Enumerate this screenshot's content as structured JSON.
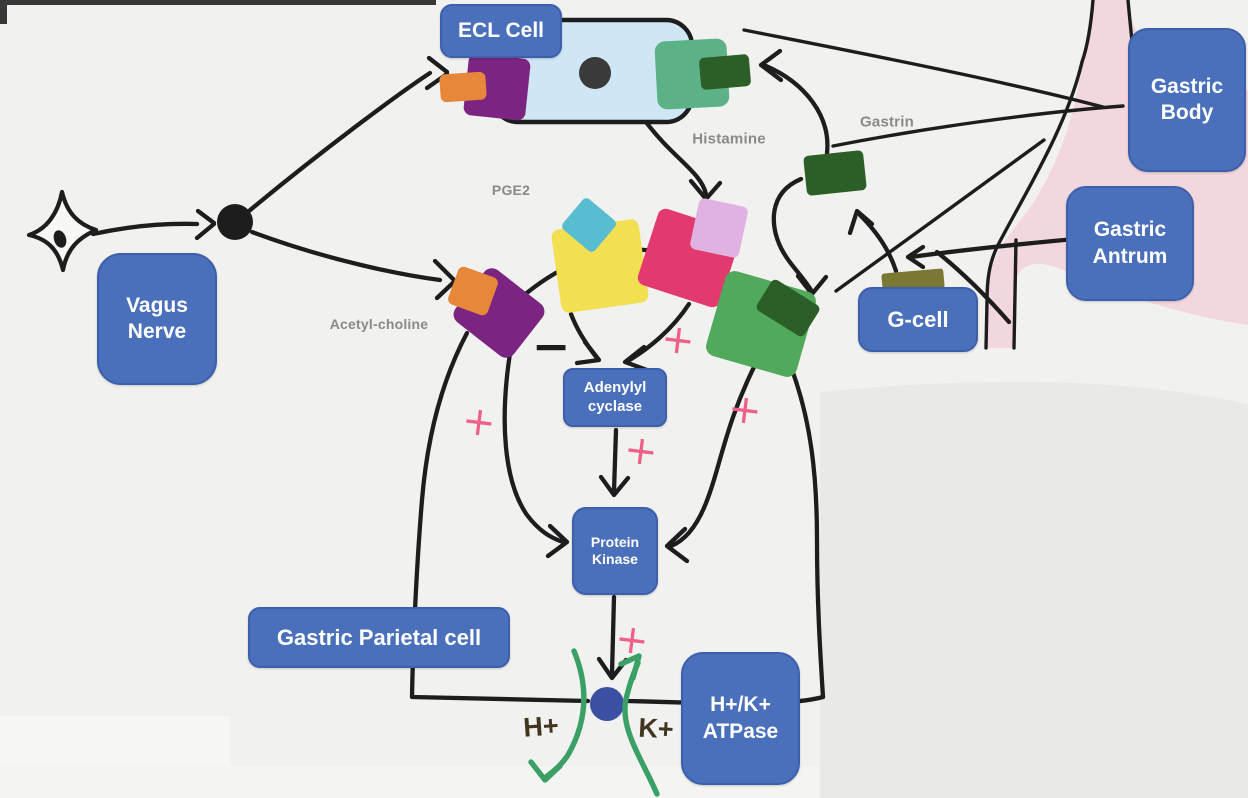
{
  "boxes": {
    "ecl_cell": {
      "text": "ECL Cell"
    },
    "vagus_nerve": {
      "line1": "Vagus",
      "line2": "Nerve"
    },
    "gastric_body": {
      "line1": "Gastric",
      "line2": "Body"
    },
    "gastric_antrum": {
      "line1": "Gastric",
      "line2": "Antrum"
    },
    "g_cell": {
      "text": "G-cell"
    },
    "adenylyl_cyclase": {
      "line1": "Adenylyl",
      "line2": "cyclase"
    },
    "protein_kinase": {
      "line1": "Protein",
      "line2": "Kinase"
    },
    "gastric_parietal_cell": {
      "text": "Gastric Parietal cell"
    },
    "hk_atpase": {
      "line1": "H+/K+",
      "line2": "ATPase"
    }
  },
  "annotations": {
    "histamine": "Histamine",
    "gastrin": "Gastrin",
    "pge2": "PGE2",
    "acetylcholine": "Acetyl-choline",
    "h_ion": "H+",
    "k_ion": "K+"
  },
  "signs": {
    "stimulatory": "+",
    "inhibitory": "−"
  },
  "colors": {
    "background": "#f1f1ef",
    "label_box_blue": "#4a70bc",
    "ecl_cell_fill": "#cfe6f5",
    "stomach_pink": "#f3d7de",
    "acetylcholine_receptor_purple": "#7c2482",
    "acetylcholine_ligand_orange": "#e6873a",
    "pge2_receptor_yellow": "#f2df52",
    "pge2_ligand_cyan": "#59bdd1",
    "histamine_receptor_crimson": "#e23a6e",
    "histamine_ligand_plum": "#dfb2e2",
    "gastrin_receptor_green": "#51a95b",
    "gastrin_ligand_dark_green": "#2c5e28",
    "gcell_olive": "#7a7833",
    "stimulatory_plus_pink": "#ee6088",
    "proton_pump_blue": "#3b50a3",
    "acid_arrow_green": "#3aa065",
    "sketch_ink": "#1d1d1d",
    "annotation_gray": "#8a8a8a"
  }
}
